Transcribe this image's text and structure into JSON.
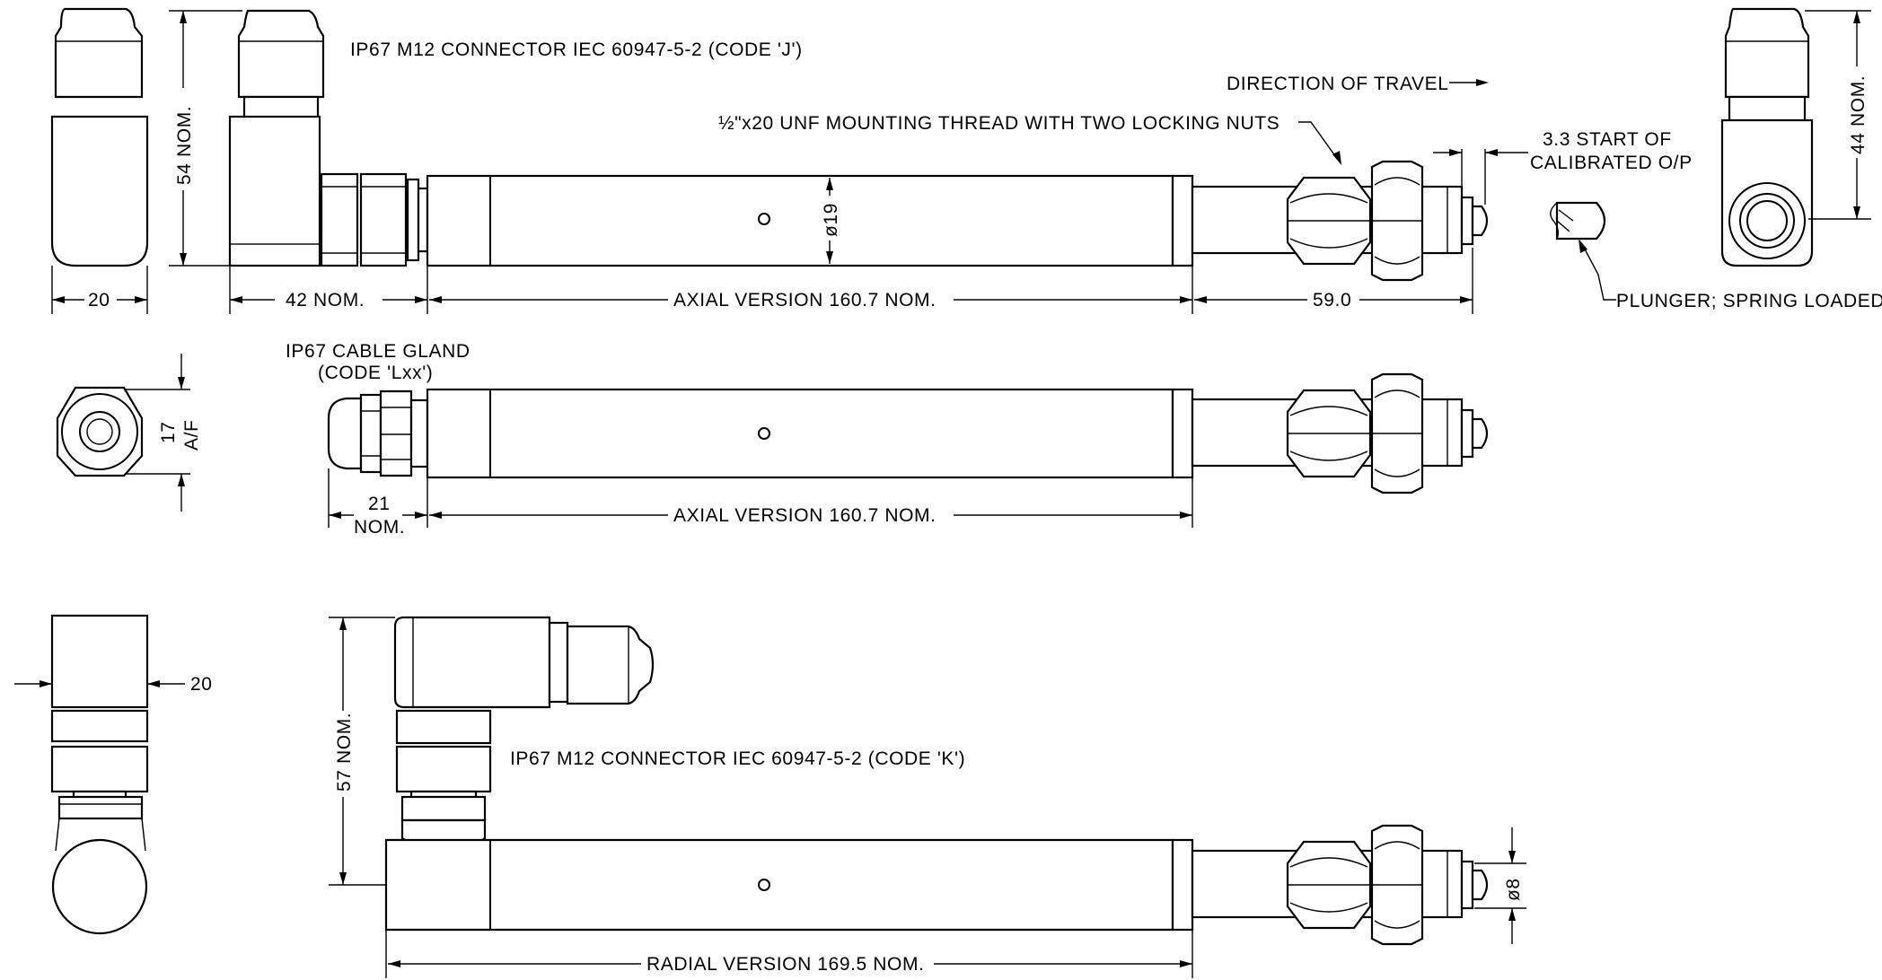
{
  "labels": {
    "connector_j": "IP67 M12 CONNECTOR IEC 60947-5-2 (CODE 'J')",
    "direction": "DIRECTION OF TRAVEL",
    "mounting": "½\"x20 UNF MOUNTING THREAD WITH TWO LOCKING NUTS",
    "start_line1": "3.3 START OF",
    "start_line2": "CALIBRATED O/P",
    "plunger": "PLUNGER; SPRING LOADED",
    "cable_gland_line1": "IP67 CABLE GLAND",
    "cable_gland_line2": "(CODE 'Lxx')",
    "connector_k": "IP67 M12 CONNECTOR IEC 60947-5-2 (CODE 'K')"
  },
  "dimensions": {
    "width_20_top": "20",
    "height_54": "54 NOM.",
    "connector_42": "42 NOM.",
    "axial_1": "AXIAL VERSION 160.7 NOM.",
    "plunger_59": "59.0",
    "dia_19": "ø19",
    "height_44": "44 NOM.",
    "af_17_line1": "17",
    "af_17_line2": "A/F",
    "gland_21_line1": "21",
    "gland_21_line2": "NOM.",
    "axial_2": "AXIAL VERSION 160.7 NOM.",
    "width_20_bottom": "20",
    "height_57": "57 NOM.",
    "radial": "RADIAL VERSION 169.5 NOM.",
    "dia_8": "ø8"
  }
}
